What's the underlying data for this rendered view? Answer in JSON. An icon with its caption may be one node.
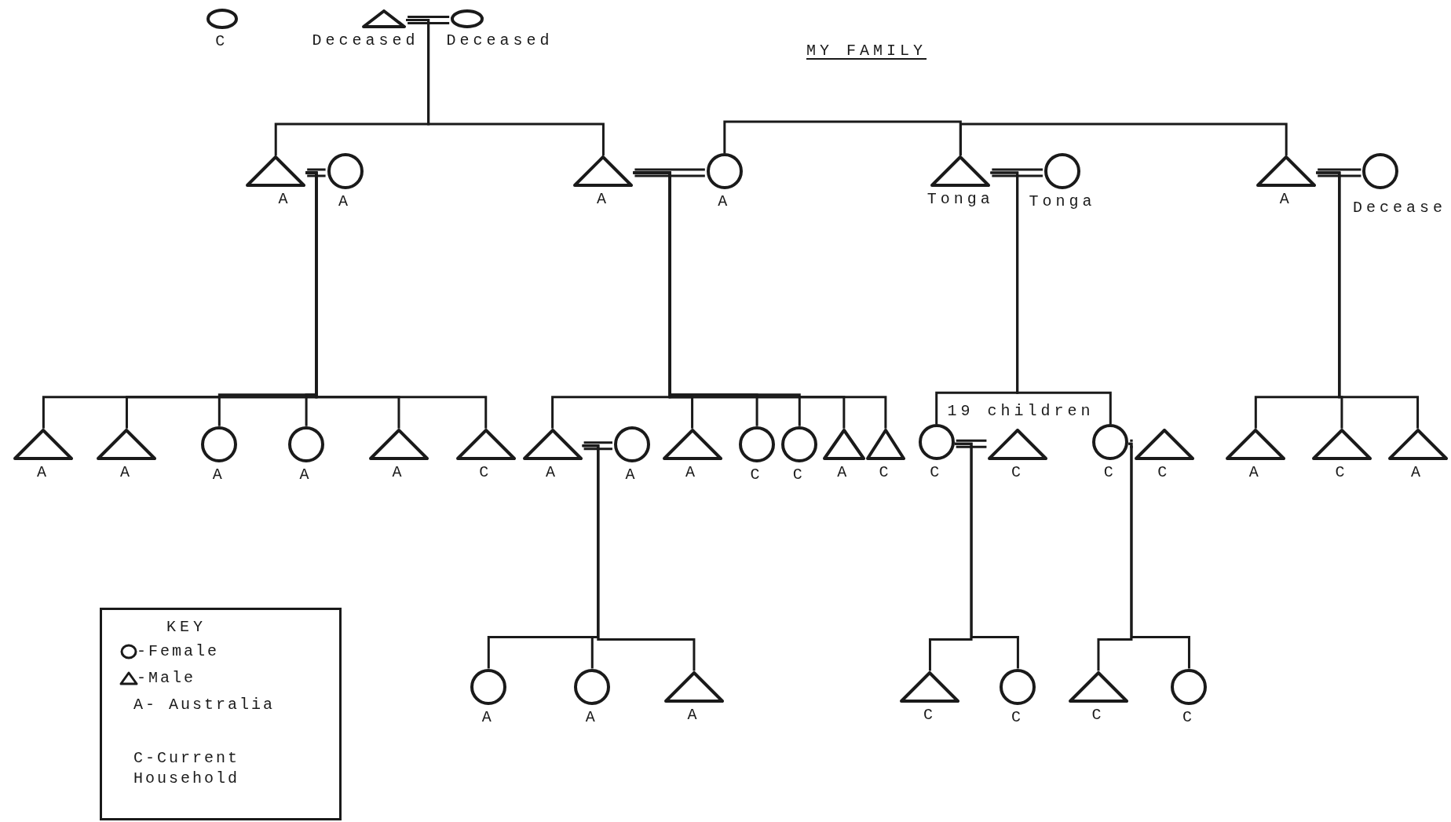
{
  "diagram": {
    "title": "MY FAMILY",
    "nodes": [
      {
        "text": [],
        "shape": "circle",
        "beside": [
          "C"
        ]
      },
      {
        "text": [],
        "shape": "triangle",
        "beside": [
          "Deceased"
        ]
      },
      {
        "text": [],
        "shape": "circle",
        "beside": [
          "Deceased"
        ]
      },
      {
        "text": [],
        "shape": "triangle",
        "beside": [
          "A"
        ]
      },
      {
        "text": [],
        "shape": "circle",
        "beside": [
          "A"
        ]
      },
      {
        "text": [],
        "shape": "triangle",
        "beside": [
          "A"
        ]
      },
      {
        "text": [],
        "shape": "circle",
        "beside": [
          "A"
        ]
      },
      {
        "text": [],
        "shape": "triangle",
        "beside": [
          "Tonga"
        ]
      },
      {
        "text": [],
        "shape": "circle",
        "beside": [
          "Tonga"
        ]
      },
      {
        "text": [],
        "shape": "triangle",
        "beside": [
          "A"
        ]
      },
      {
        "text": [],
        "shape": "circle",
        "beside": [
          "Decease"
        ]
      },
      {
        "text": [],
        "shape": "triangle",
        "beside": [
          "A"
        ]
      },
      {
        "text": [],
        "shape": "triangle",
        "beside": [
          "A"
        ]
      },
      {
        "text": [],
        "shape": "circle",
        "beside": [
          "A"
        ]
      },
      {
        "text": [],
        "shape": "circle",
        "beside": [
          "A"
        ]
      },
      {
        "text": [],
        "shape": "triangle",
        "beside": [
          "A"
        ]
      },
      {
        "text": [],
        "shape": "triangle",
        "beside": [
          "C"
        ]
      },
      {
        "text": [],
        "shape": "triangle",
        "beside": [
          "A"
        ]
      },
      {
        "text": [],
        "shape": "circle",
        "beside": [
          "A"
        ]
      },
      {
        "text": [],
        "shape": "triangle",
        "beside": [
          "A"
        ]
      },
      {
        "text": [],
        "shape": "circle",
        "beside": [
          "C"
        ]
      },
      {
        "text": [],
        "shape": "circle",
        "beside": [
          "C"
        ]
      },
      {
        "text": [],
        "shape": "triangle",
        "beside": [
          "A"
        ]
      },
      {
        "text": [],
        "shape": "triangle",
        "beside": [
          "C"
        ]
      },
      {
        "text": [],
        "shape": "circle",
        "beside": [
          "C"
        ]
      },
      {
        "text": [],
        "shape": "triangle",
        "beside": [
          "C"
        ]
      },
      {
        "text": [],
        "shape": "circle",
        "beside": [
          "C"
        ]
      },
      {
        "text": [],
        "shape": "triangle",
        "beside": [
          "C"
        ]
      },
      {
        "text": [],
        "shape": "triangle",
        "beside": [
          "A"
        ]
      },
      {
        "text": [],
        "shape": "triangle",
        "beside": [
          "C"
        ]
      },
      {
        "text": [],
        "shape": "triangle",
        "beside": [
          "A"
        ]
      },
      {
        "text": [],
        "shape": "circle",
        "beside": [
          "A"
        ]
      },
      {
        "text": [],
        "shape": "circle",
        "beside": [
          "A"
        ]
      },
      {
        "text": [],
        "shape": "triangle",
        "beside": [
          "A"
        ]
      },
      {
        "text": [],
        "shape": "triangle",
        "beside": [
          "C"
        ]
      },
      {
        "text": [],
        "shape": "circle",
        "beside": [
          "C"
        ]
      },
      {
        "text": [],
        "shape": "triangle",
        "beside": [
          "C"
        ]
      },
      {
        "text": [],
        "shape": "circle",
        "beside": [
          "C"
        ]
      }
    ],
    "edges": [
      {
        "from": 1,
        "to": 2,
        "arrow": "none"
      },
      {
        "from": 3,
        "to": 4,
        "arrow": "none"
      },
      {
        "from": 5,
        "to": 6,
        "arrow": "none"
      },
      {
        "from": 7,
        "to": 8,
        "arrow": "none"
      },
      {
        "from": 9,
        "to": 10,
        "arrow": "none"
      },
      {
        "from": 17,
        "to": 18,
        "arrow": "none"
      },
      {
        "from": 24,
        "to": 25,
        "arrow": "none"
      },
      {
        "from": 26,
        "to": 27,
        "arrow": "none"
      },
      {
        "from": 1,
        "to": 3,
        "arrow": "none"
      },
      {
        "from": 1,
        "to": 5,
        "arrow": "none"
      },
      {
        "from": 6,
        "to": 7,
        "arrow": "none"
      },
      {
        "from": 7,
        "to": 9,
        "arrow": "none"
      },
      {
        "from": 3,
        "to": 11,
        "arrow": "none"
      },
      {
        "from": 3,
        "to": 12,
        "arrow": "none"
      },
      {
        "from": 3,
        "to": 13,
        "arrow": "none"
      },
      {
        "from": 3,
        "to": 14,
        "arrow": "none"
      },
      {
        "from": 3,
        "to": 15,
        "arrow": "none"
      },
      {
        "from": 3,
        "to": 16,
        "arrow": "none"
      },
      {
        "from": 5,
        "to": 17,
        "arrow": "none"
      },
      {
        "from": 5,
        "to": 19,
        "arrow": "none"
      },
      {
        "from": 5,
        "to": 20,
        "arrow": "none"
      },
      {
        "from": 5,
        "to": 21,
        "arrow": "none"
      },
      {
        "from": 5,
        "to": 22,
        "arrow": "none"
      },
      {
        "from": 5,
        "to": 23,
        "arrow": "none"
      },
      {
        "from": 7,
        "to": 24,
        "arrow": "none"
      },
      {
        "from": 7,
        "to": 26,
        "arrow": "none"
      },
      {
        "from": 9,
        "to": 28,
        "arrow": "none"
      },
      {
        "from": 9,
        "to": 29,
        "arrow": "none"
      },
      {
        "from": 9,
        "to": 30,
        "arrow": "none"
      },
      {
        "from": 17,
        "to": 31,
        "arrow": "none"
      },
      {
        "from": 17,
        "to": 32,
        "arrow": "none"
      },
      {
        "from": 17,
        "to": 33,
        "arrow": "none"
      },
      {
        "from": 24,
        "to": 34,
        "arrow": "none"
      },
      {
        "from": 24,
        "to": 35,
        "arrow": "none"
      },
      {
        "from": 26,
        "to": 36,
        "arrow": "none"
      },
      {
        "from": 26,
        "to": 37,
        "arrow": "none"
      }
    ],
    "labels": [
      "19 children",
      "KEY"
    ],
    "legend": [
      {
        "text": "-Female"
      },
      {
        "text": "-Male"
      },
      {
        "text": "A- Australia"
      },
      {
        "text": "C-Current Household"
      }
    ]
  }
}
